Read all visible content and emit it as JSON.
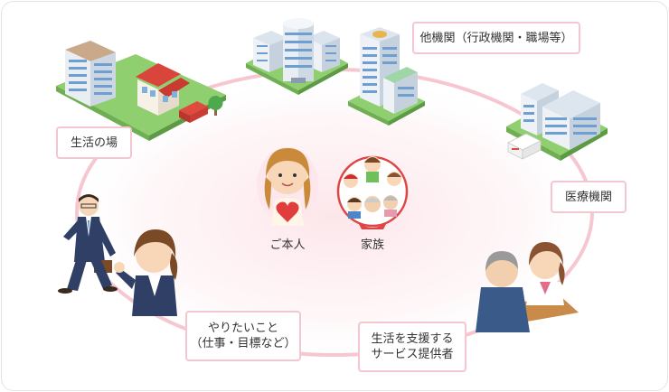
{
  "labels": {
    "government": "他機関（行政機関・職場等）",
    "living_place": "生活の場",
    "medical": "医療機関",
    "wishes_line1": "やりたいこと",
    "wishes_line2": "（仕事・目標など）",
    "service_line1": "生活を支援する",
    "service_line2": "サービス提供者"
  },
  "center": {
    "self": "ご本人",
    "family": "家族"
  },
  "colors": {
    "ring": "#f6c7d1",
    "label_border": "#f3c7cf",
    "center_glow": "#fdeef1"
  }
}
